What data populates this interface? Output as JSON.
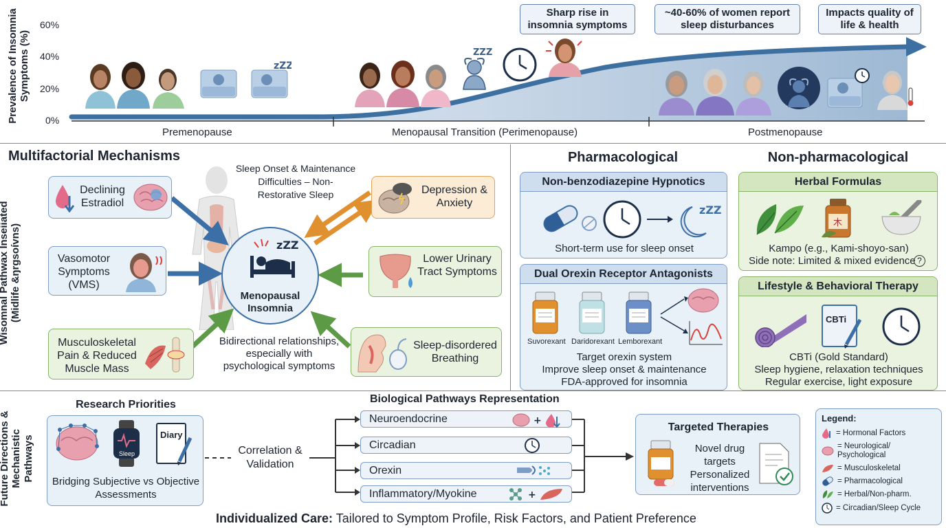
{
  "timeline": {
    "y_axis_label": "Prevalence of Insomnia Symptoms (%)",
    "ticks": [
      "60%",
      "40%",
      "20%",
      "0%"
    ],
    "stages": [
      "Premenopause",
      "Menopausal Transition (Perimenopause)",
      "Postmenopause"
    ],
    "callouts": [
      "Sharp rise in insomnia symptoms",
      "~40-60% of women report sleep disturbances",
      "Impacts quality of life & health"
    ],
    "zzz": "ZZZ"
  },
  "mechanisms": {
    "title": "Multifactorial Mechanisms",
    "side_label": "Wisomnal Pathwax Inseiiated (Midlife &ŋrgsoívns)",
    "top_text": "Sleep Onset & Maintenance Difficulties – Non-Restorative Sleep",
    "center_label": "Menopausal Insomnia",
    "bottom_text": "Bidirectional relationships, especially with psychological symptoms",
    "factors": {
      "estradiol": "Declining Estradiol",
      "vms": "Vasomotor Symptoms (VMS)",
      "msk": "Musculoskeletal Pain & Reduced Muscle Mass",
      "depression": "Depression & Anxiety",
      "luts": "Lower Urinary Tract Symptoms",
      "sdb": "Sleep-disordered Breathing"
    }
  },
  "pharmacological": {
    "title": "Pharmacological",
    "hypnotics": {
      "title": "Non-benzodiazepine Hypnotics",
      "caption": "Short-term use for sleep onset"
    },
    "dora": {
      "title": "Dual Orexin Receptor Antagonists",
      "drugs": [
        "Suvorexant",
        "Daridorexant",
        "Lemborexant"
      ],
      "notes": [
        "Target orexin system",
        "Improve sleep onset & maintenance",
        "FDA-approved for insomnia"
      ]
    }
  },
  "nonpharm": {
    "title": "Non-pharmacological",
    "herbal": {
      "title": "Herbal Formulas",
      "line1": "Kampo (e.g., Kami-shoyo-san)",
      "line2": "Side note: Limited & mixed evidence",
      "help": "?"
    },
    "lifestyle": {
      "title": "Lifestyle & Behavioral Therapy",
      "notebook": "CBTi",
      "lines": [
        "CBTi (Gold Standard)",
        "Sleep hygiene, relaxation techniques",
        "Regular exercise, light exposure"
      ]
    }
  },
  "future": {
    "side_label": "Future Directions & Mechanistic Pathways",
    "research": {
      "title": "Research Priorities",
      "watch": "Sleep",
      "diary": "Diary",
      "caption": "Bridging Subjective vs Objective Assessments"
    },
    "correlation": "Correlation & Validation",
    "pathways_title": "Biological Pathways Representation",
    "pathways": [
      "Neuroendocrine",
      "Circadian",
      "Orexin",
      "Inflammatory/Myokine"
    ],
    "plus": "+",
    "targeted": {
      "title": "Targeted Therapies",
      "text": "Novel drug targets Personalized interventions"
    },
    "footer_bold": "Individualized Care:",
    "footer_rest": " Tailored to Symptom Profile, Risk Factors, and Patient Preference"
  },
  "legend": {
    "title": "Legend:",
    "items": [
      "= Hormonal Factors",
      "= Neurological/ Psychological",
      "= Musculoskeletal",
      "= Pharmacological",
      "= Herbal/Non-pharm.",
      "= Circadian/Sleep Cycle"
    ]
  },
  "colors": {
    "blue": "#3c6fa6",
    "orange": "#e0902e",
    "green": "#5c9a45",
    "panel_blue": "#e8f0f8",
    "panel_green": "#eaf3e0"
  }
}
